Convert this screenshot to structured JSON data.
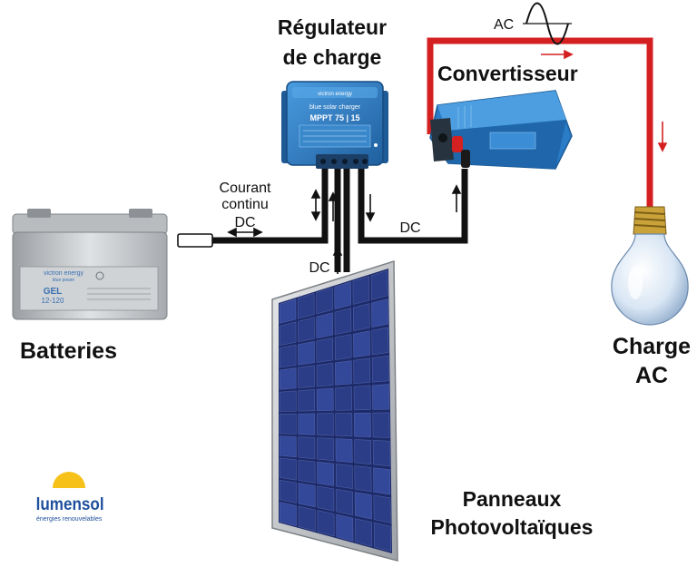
{
  "labels": {
    "regulator_line1": "Régulateur",
    "regulator_line2": "de charge",
    "converter": "Convertisseur",
    "ac_top": "AC",
    "batteries": "Batteries",
    "load_line1": "Charge",
    "load_line2": "AC",
    "panels_line1": "Panneaux",
    "panels_line2": "Photovoltaïques",
    "current_line1": "Courant",
    "current_line2": "continu",
    "dc_battery": "DC",
    "dc_converter": "DC",
    "dc_panels": "DC"
  },
  "device_text": {
    "regulator_brand": "victron energy",
    "regulator_product": "blue solar charger",
    "regulator_model": "MPPT 75 | 15",
    "battery_brand": "victron energy",
    "battery_tagline": "blue power",
    "battery_type": "GEL",
    "battery_model": "12-120"
  },
  "logo": {
    "name": "lumensol",
    "tagline": "énergies renouvelables"
  },
  "colors": {
    "dc_wire": "#111111",
    "ac_wire": "#d42020",
    "device_blue": "#2a7cc7",
    "panel_cell": "#2d3f8c"
  }
}
